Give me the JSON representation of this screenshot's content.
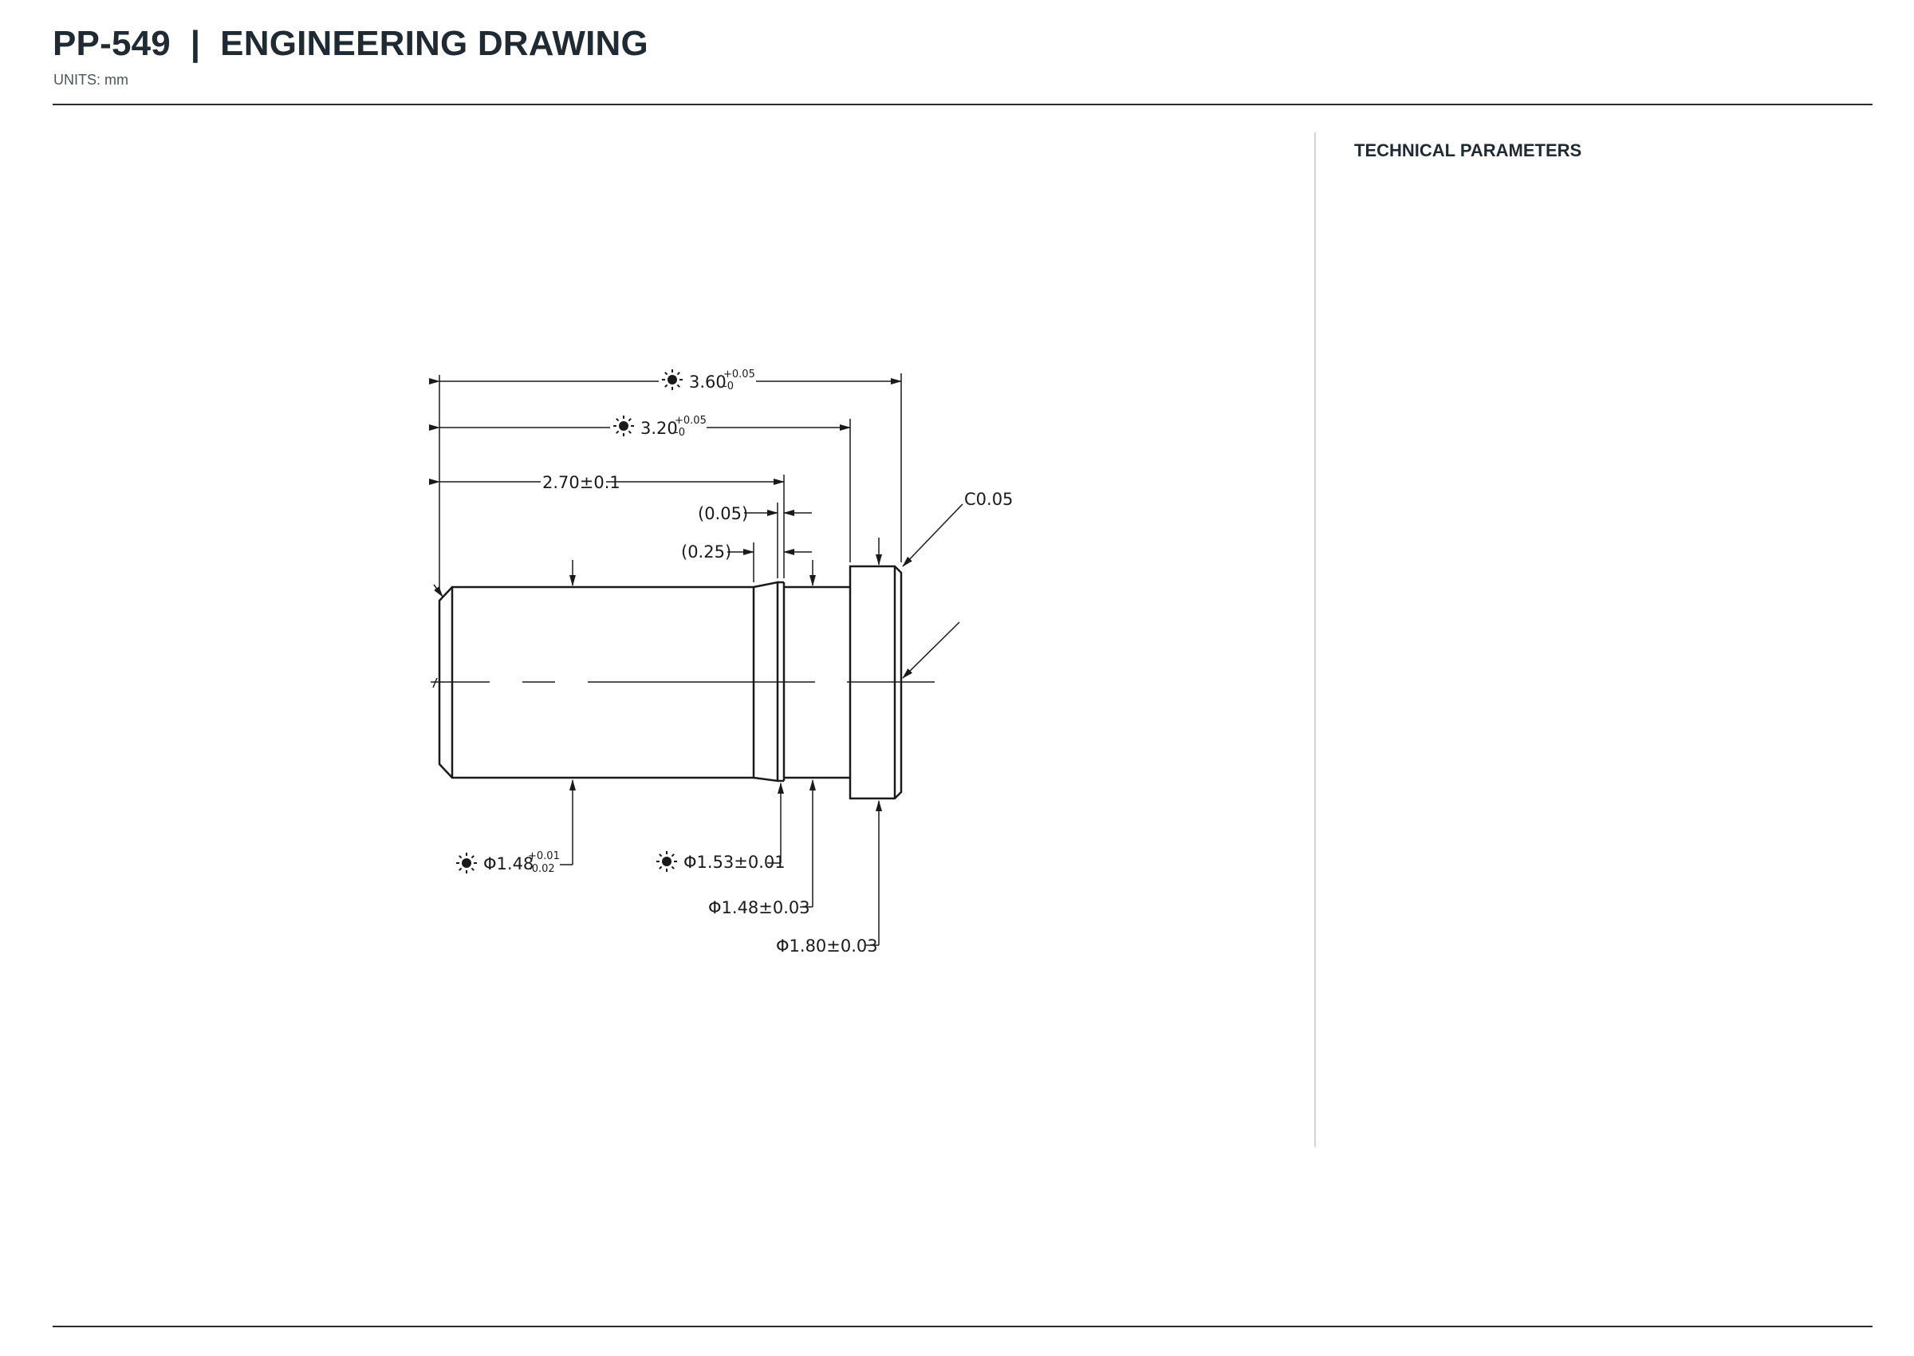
{
  "header": {
    "title": "PP-549  |  ENGINEERING DRAWING",
    "units": "UNITS: mm"
  },
  "sidebar": {
    "title": "TECHNICAL PARAMETERS"
  },
  "drawing": {
    "dimensions": {
      "overall_length": {
        "value": "3.60",
        "tol_upper": "+0.05",
        "tol_lower": "-0"
      },
      "length_to_flange": {
        "value": "3.20",
        "tol_upper": "+0.05",
        "tol_lower": "-0"
      },
      "body_length": "2.70±0.1",
      "groove_width_ref": "(0.05)",
      "groove_offset_ref": "(0.25)",
      "chamfer": "C0.05",
      "body_diameter": {
        "value": "Φ1.48",
        "tol_upper": "+0.01",
        "tol_lower": "-0.02"
      },
      "groove_diameter": "Φ1.53±0.01",
      "neck_diameter": "Φ1.48±0.03",
      "flange_diameter": "Φ1.80±0.03"
    },
    "critical_symbol": "sun-icon"
  }
}
